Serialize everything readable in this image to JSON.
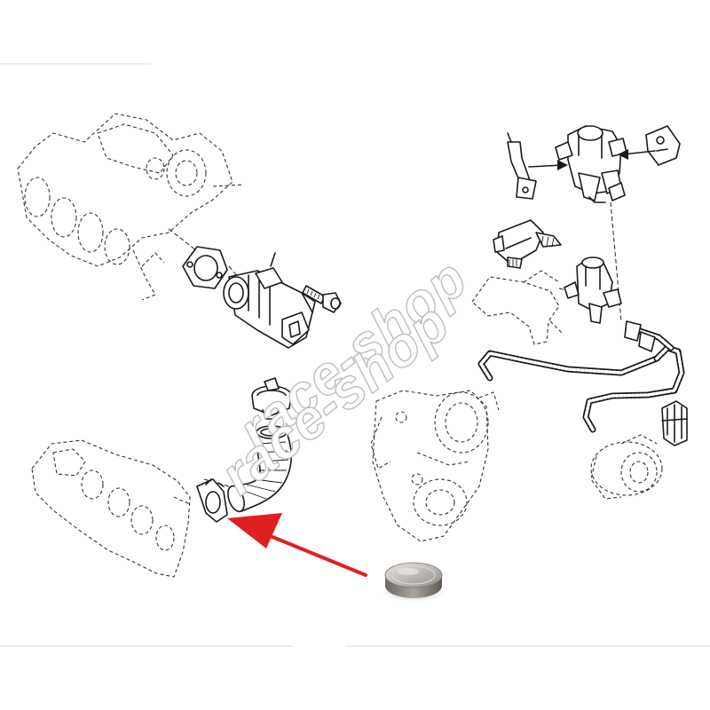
{
  "watermark": {
    "text": "race-shop",
    "count": 2
  },
  "colors": {
    "arrow": "#e02020",
    "line": "#1a1a1a",
    "dashed": "#333333",
    "watermark_outline": "#bdbdbd",
    "blanking_disc": "#b8b4b0"
  },
  "parts": [
    {
      "name": "intake-manifold",
      "style": "dashed"
    },
    {
      "name": "egr-gasket",
      "style": "solid"
    },
    {
      "name": "egr-valve",
      "style": "solid"
    },
    {
      "name": "mounting-bolt",
      "style": "solid"
    },
    {
      "name": "vacuum-solenoid-valve",
      "style": "solid"
    },
    {
      "name": "electrical-connector",
      "style": "solid"
    },
    {
      "name": "mounting-bracket",
      "style": "solid"
    },
    {
      "name": "solenoid-bracket",
      "style": "solid"
    },
    {
      "name": "secondary-solenoid",
      "style": "solid"
    },
    {
      "name": "vacuum-hoses",
      "style": "solid"
    },
    {
      "name": "hose-clip",
      "style": "solid"
    },
    {
      "name": "hose-clamp",
      "style": "solid"
    },
    {
      "name": "egr-pipe",
      "style": "solid"
    },
    {
      "name": "turbocharger",
      "style": "dashed"
    },
    {
      "name": "exhaust-manifold",
      "style": "dashed"
    },
    {
      "name": "vacuum-pump",
      "style": "dashed"
    },
    {
      "name": "blanking-disc",
      "style": "photo"
    }
  ]
}
